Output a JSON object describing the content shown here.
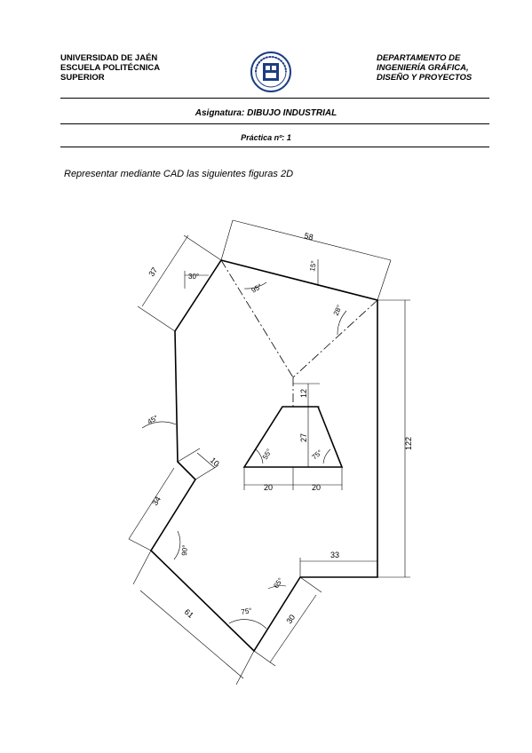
{
  "header": {
    "university": "UNIVERSIDAD DE JAÉN",
    "school_line1": "ESCUELA POLITÉCNICA",
    "school_line2": "SUPERIOR",
    "department_line1": "DEPARTAMENTO DE",
    "department_line2": "INGENIERÍA GRÁFICA,",
    "department_line3": "DISEÑO Y PROYECTOS",
    "logo_icon": "university-seal-icon"
  },
  "subject": "Asignatura: DIBUJO INDUSTRIAL",
  "practice": "Práctica nº: 1",
  "instruction": "Representar mediante CAD las siguientes figuras 2D",
  "dimensions": {
    "d58": "58",
    "d37": "37",
    "a30": "30°",
    "a15": "15°",
    "a95": "95°",
    "a28": "28°",
    "d12": "12",
    "d27": "27",
    "a55": "55°",
    "a75": "75°",
    "d20a": "20",
    "d20b": "20",
    "d122": "122",
    "a45": "45°",
    "d10": "10",
    "d34": "34",
    "a90": "90°",
    "d33": "33",
    "a65": "65°",
    "d61": "61",
    "a75b": "75°",
    "d30": "30"
  }
}
